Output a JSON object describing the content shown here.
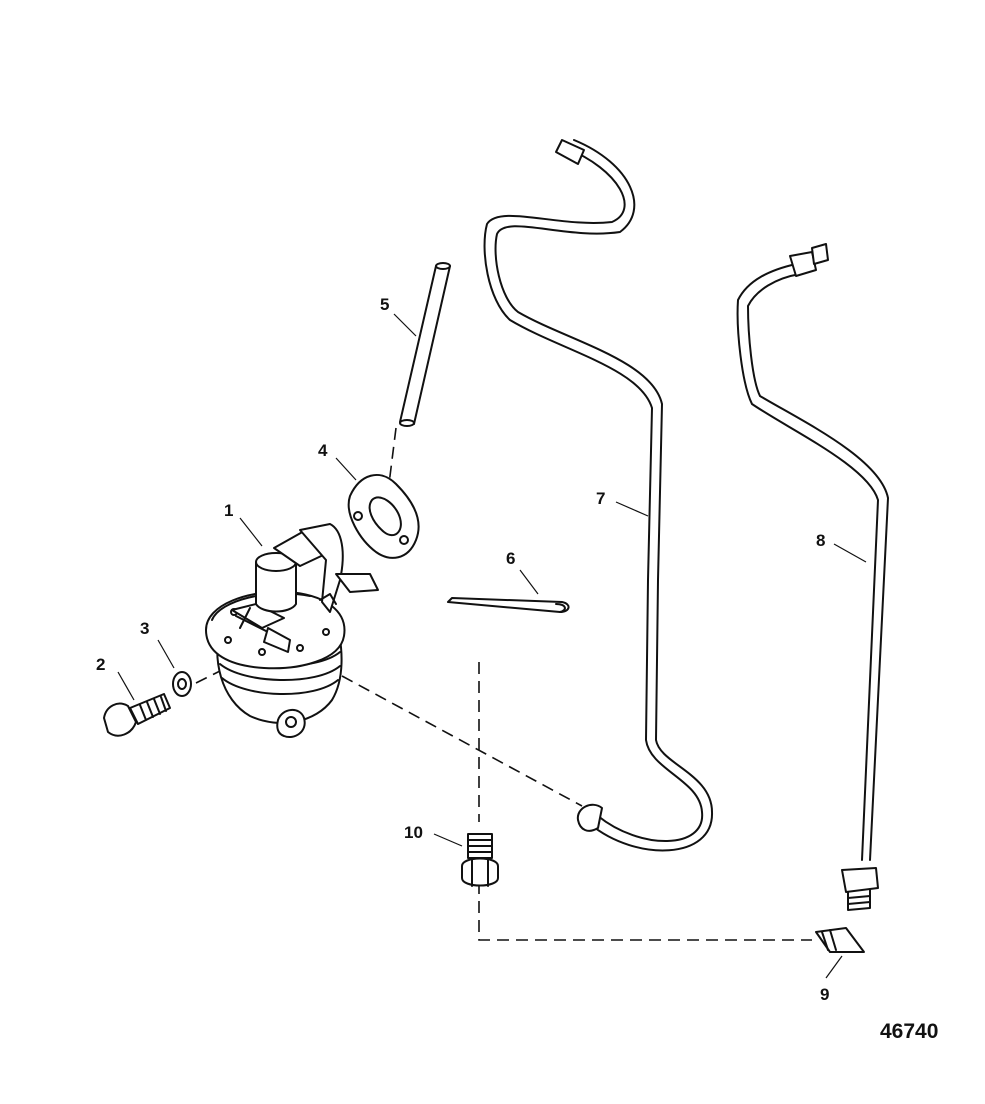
{
  "figure_id": "46740",
  "callouts": [
    {
      "number": "1",
      "part": "fuel-pump"
    },
    {
      "number": "2",
      "part": "bolt"
    },
    {
      "number": "3",
      "part": "washer"
    },
    {
      "number": "4",
      "part": "gasket"
    },
    {
      "number": "5",
      "part": "push-rod"
    },
    {
      "number": "6",
      "part": "cotter-pin"
    },
    {
      "number": "7",
      "part": "fuel-line-inlet"
    },
    {
      "number": "8",
      "part": "fuel-line-outlet"
    },
    {
      "number": "9",
      "part": "elbow-fitting"
    },
    {
      "number": "10",
      "part": "fitting"
    }
  ]
}
